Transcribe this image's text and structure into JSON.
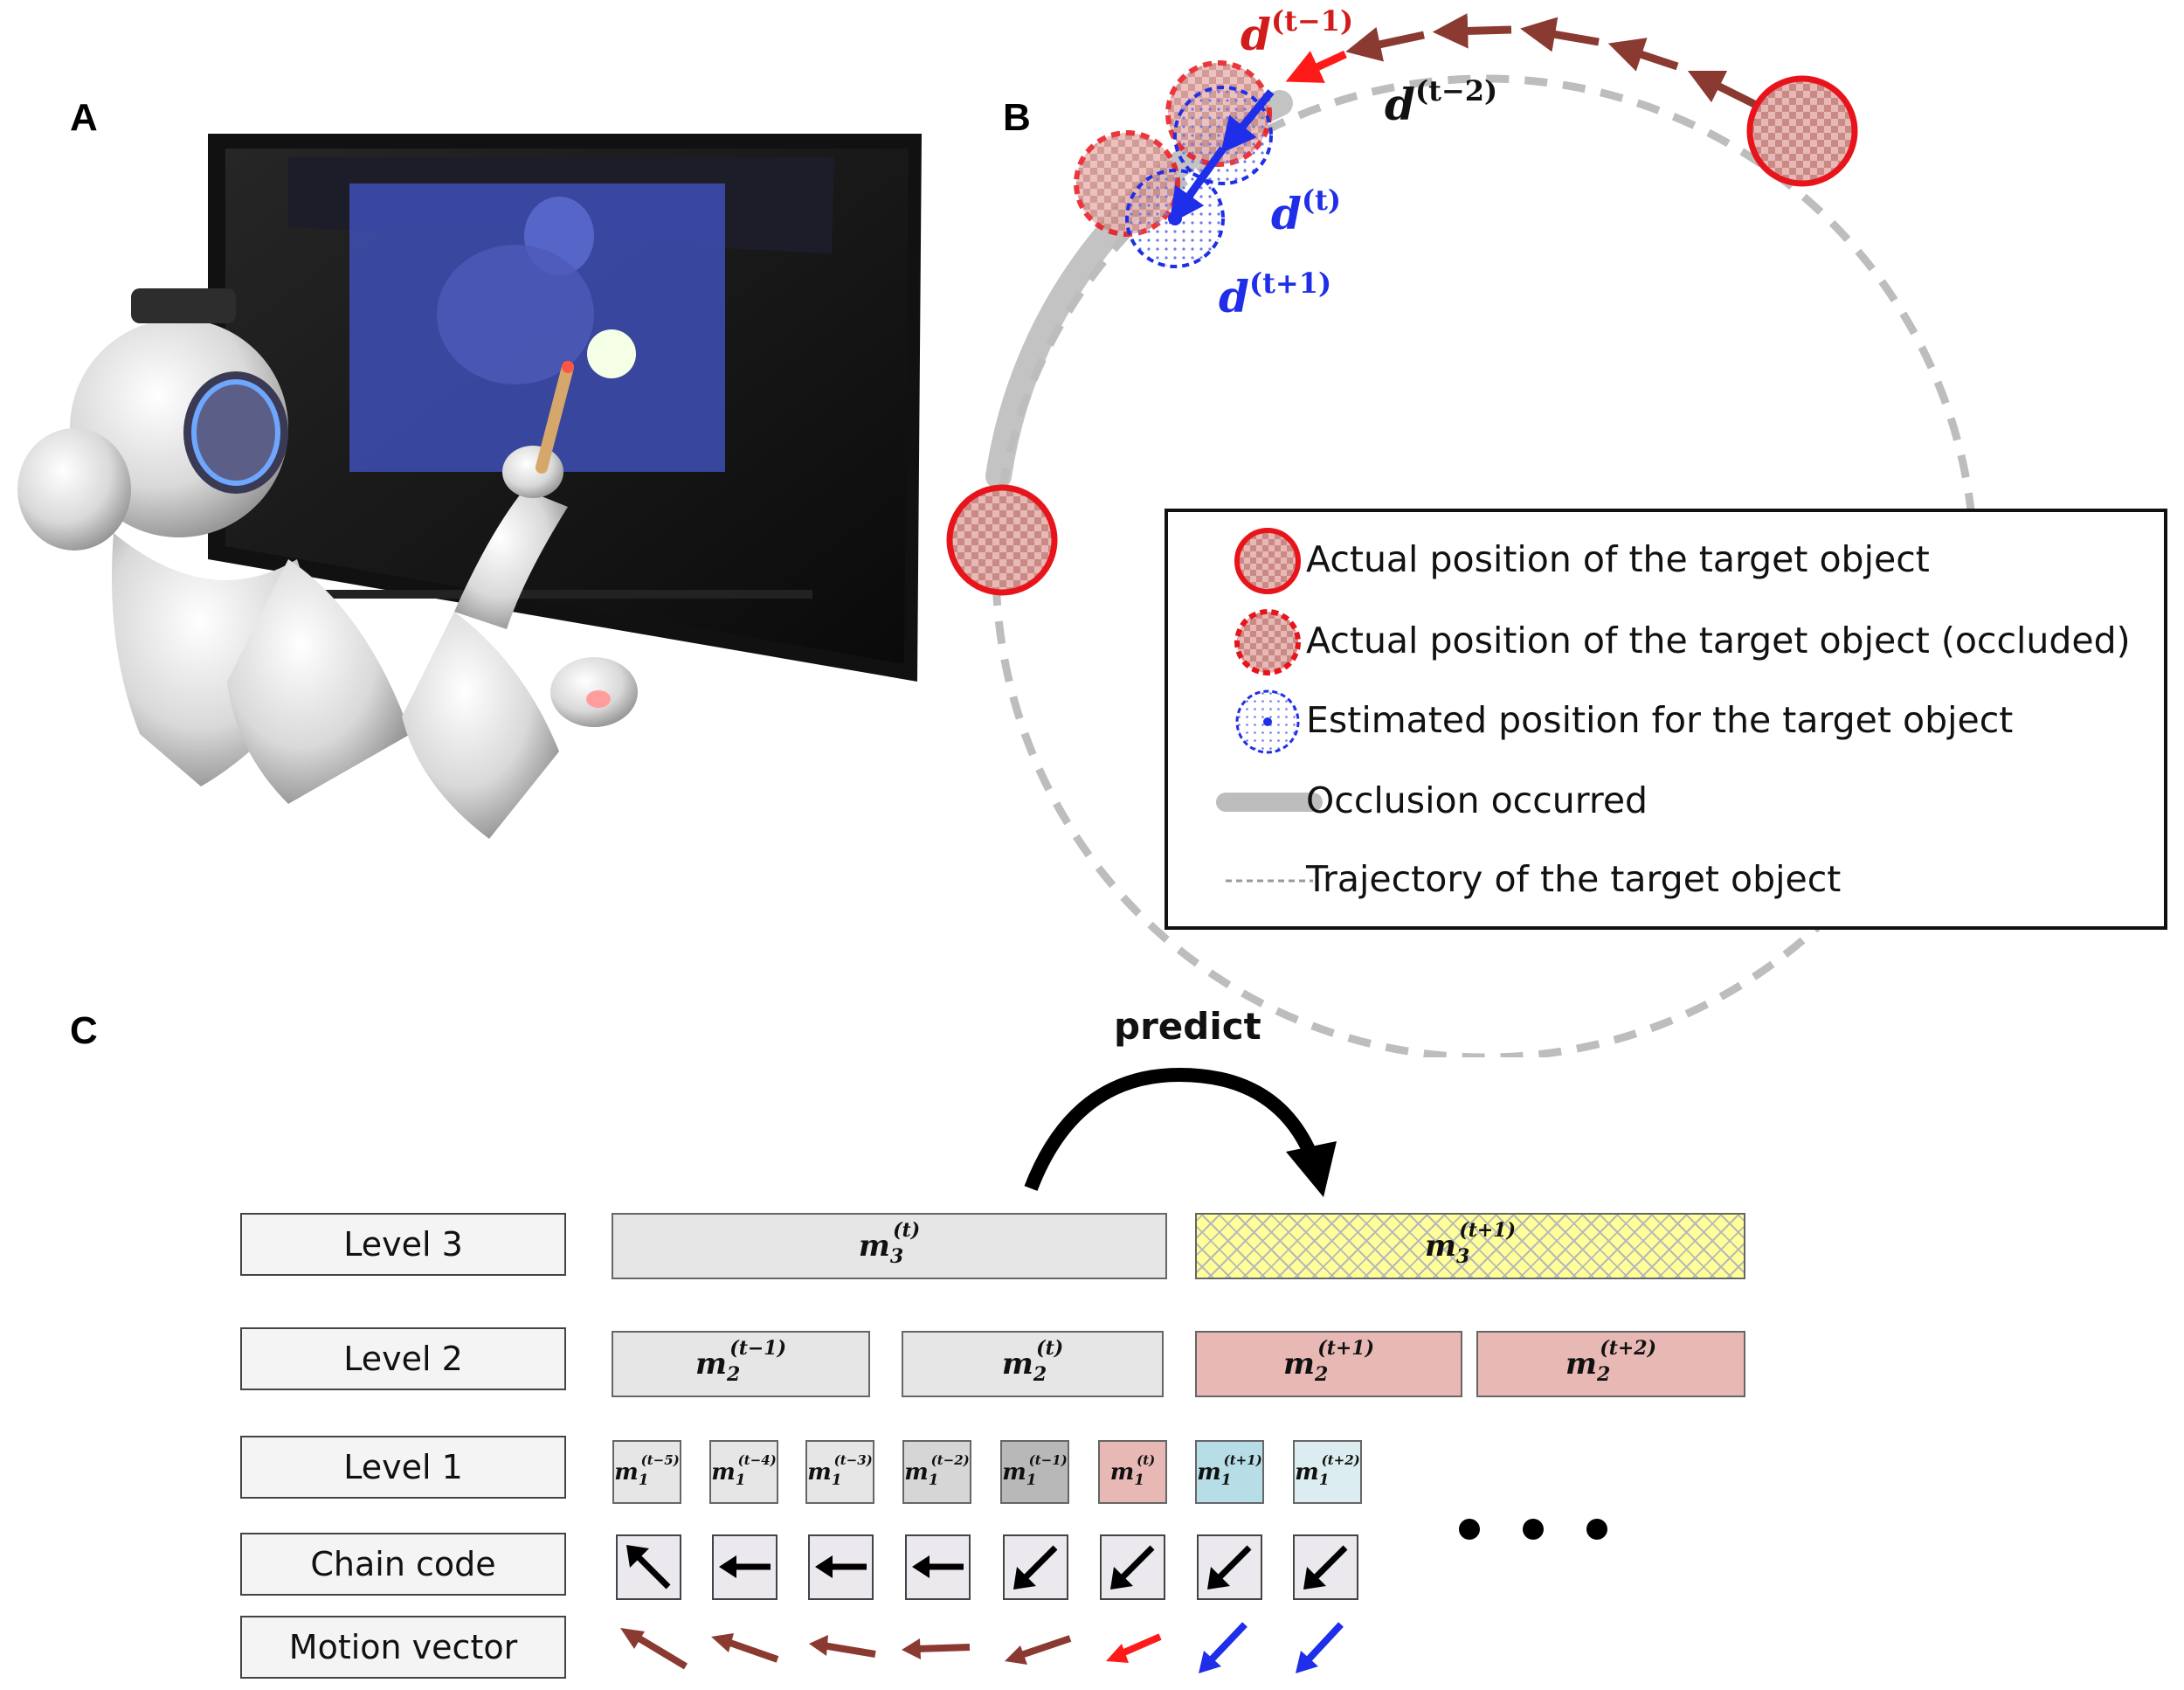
{
  "panels": {
    "a": "A",
    "b": "B",
    "c": "C"
  },
  "panel_b": {
    "labels": {
      "d_t_minus_1": "(t−1)",
      "d_t_minus_2": "(t−2)",
      "d_t": "(t)",
      "d_t_plus_1": "(t+1)",
      "d_symbol": "d"
    },
    "legend": {
      "actual": "Actual position of the target object",
      "occluded": "Actual position of the target object (occluded)",
      "estimated": "Estimated position for the target object",
      "occlusion": "Occlusion occurred",
      "trajectory": "Trajectory of the target object"
    }
  },
  "panel_c": {
    "predict_label": "predict",
    "row_labels": {
      "level3": "Level 3",
      "level2": "Level 2",
      "level1": "Level 1",
      "chain": "Chain code",
      "motion": "Motion vector"
    },
    "symbol": "m",
    "level3": [
      {
        "sub": "3",
        "sup": "(t)"
      },
      {
        "sub": "3",
        "sup": "(t+1)"
      }
    ],
    "level2": [
      {
        "sub": "2",
        "sup": "(t−1)"
      },
      {
        "sub": "2",
        "sup": "(t)"
      },
      {
        "sub": "2",
        "sup": "(t+1)"
      },
      {
        "sub": "2",
        "sup": "(t+2)"
      }
    ],
    "level1": [
      {
        "sub": "1",
        "sup": "(t−5)"
      },
      {
        "sub": "1",
        "sup": "(t−4)"
      },
      {
        "sub": "1",
        "sup": "(t−3)"
      },
      {
        "sub": "1",
        "sup": "(t−2)"
      },
      {
        "sub": "1",
        "sup": "(t−1)"
      },
      {
        "sub": "1",
        "sup": "(t)"
      },
      {
        "sub": "1",
        "sup": "(t+1)"
      },
      {
        "sub": "1",
        "sup": "(t+2)"
      }
    ],
    "chain_code_directions": [
      "up-left",
      "left",
      "left",
      "left",
      "down-left",
      "down-left",
      "down-left",
      "down-left"
    ],
    "motion_vector_colors": [
      "#8b3a32",
      "#8b3a32",
      "#8b3a32",
      "#8b3a32",
      "#8b3a32",
      "#ff1a1a",
      "#1f2ee8",
      "#1f2ee8"
    ]
  },
  "colors": {
    "actual_red": "#e8141b",
    "estimated_blue": "#1f2ee8",
    "trajectory_gray": "#bdbdbd",
    "past_brown": "#8b3a32",
    "level3_future": "#ffff99",
    "level2_future": "#e8b8b5",
    "level1_current": "#e8b8b5",
    "level1_future_a": "#b7dde7",
    "level1_future_b": "#dcedf2"
  }
}
